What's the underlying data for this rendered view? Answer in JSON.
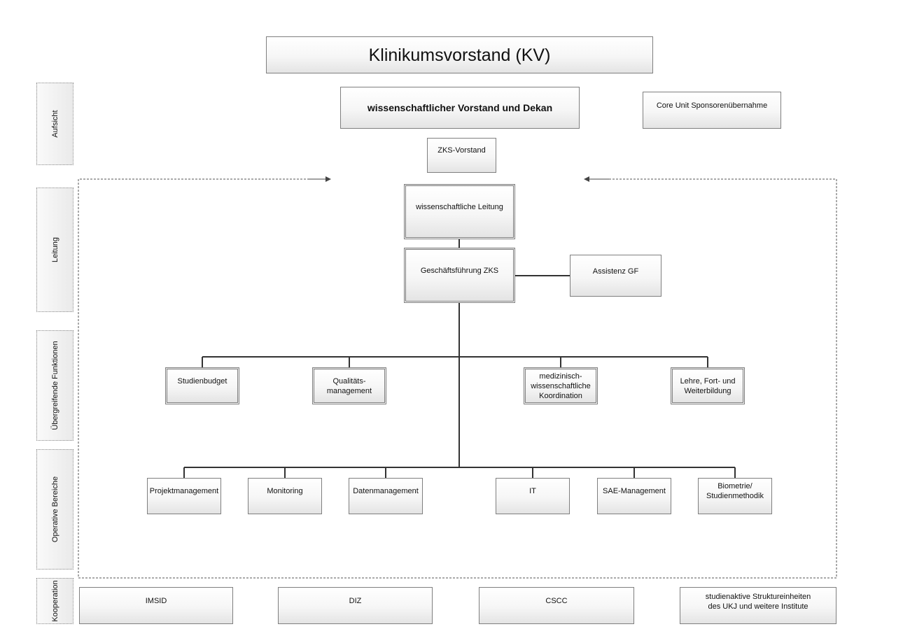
{
  "title": "Klinikumsvorstand (KV)",
  "aufsicht": {
    "dekan": "wissenschaftlicher Vorstand und Dekan",
    "core_unit": "Core Unit Sponsorenübernahme",
    "zks_vorstand": "ZKS-Vorstand"
  },
  "leitung": {
    "wiss_leitung": "wissenschaftliche Leitung",
    "geschaeftsfuehrung": "Geschäftsführung ZKS",
    "assistenz": "Assistenz GF"
  },
  "uebergreifend": [
    "Studienbudget",
    "Qualitäts-\nmanagement",
    "medizinisch-\nwissenschaftliche\nKoordination",
    "Lehre, Fort- und\nWeiterbildung"
  ],
  "operativ": [
    "Projektmanagement",
    "Monitoring",
    "Datenmanagement",
    "IT",
    "SAE-Management",
    "Biometrie/\nStudienmethodik"
  ],
  "kooperation": [
    "IMSID",
    "DIZ",
    "CSCC",
    "studienaktive Struktureinheiten\ndes UKJ und weitere Institute"
  ],
  "bands": [
    "Aufsicht",
    "Leitung",
    "Übergreifende Funktionen",
    "Operative Bereiche",
    "Kooperation"
  ]
}
